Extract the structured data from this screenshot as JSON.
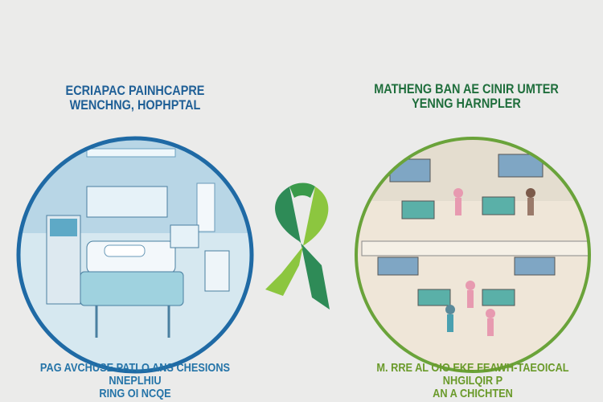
{
  "left_panel": {
    "title_lines": [
      "ECRIAPAC PAINHCAPRE",
      "WENCHNG, HOPHPTAL"
    ],
    "caption_lines": [
      "PAG AVCHUSE PATLO ANS CHESIONS",
      "NNEPLHIU",
      "RING OI NCQE"
    ],
    "ring_color": "#1f6aa5"
  },
  "right_panel": {
    "title_lines": [
      "MATHENG BAN AE CINIR UMTER",
      "YENNG HARNPLER"
    ],
    "caption_lines": [
      "M. RRE AL OIO EKE FEAWH-TAEOICAL",
      "NHGILQIR P",
      "AN A CHICHTEN"
    ],
    "ring_color": "#6aa33a"
  },
  "ribbon": {
    "colors": [
      "#2e8b57",
      "#8cc63f"
    ]
  }
}
